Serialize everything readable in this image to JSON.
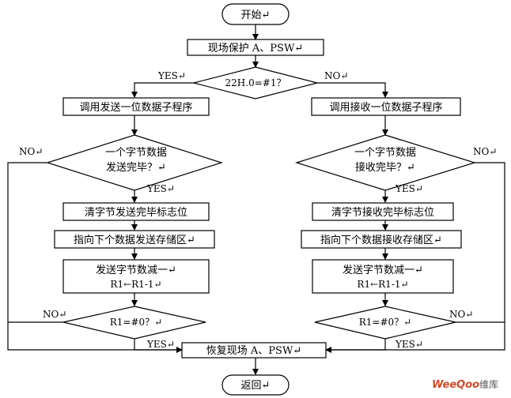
{
  "nodes": {
    "start": "开始↵",
    "save": "现场保护 A、PSW↵",
    "decision_main": "22H.0=#1？",
    "send_call": "调用发送一位数据子程序",
    "recv_call": "调用接收一位数据子程序",
    "send_check_l1": "一个字节数据",
    "send_check_l2": "发送完毕？↵",
    "recv_check_l1": "一个字节数据",
    "recv_check_l2": "接收完毕？↵",
    "send_clear": "清字节发送完毕标志位",
    "recv_clear": "清字节接收完毕标志位",
    "send_point": "指向下个数据发送存储区↵",
    "recv_point": "指向下个数据接收存储区↵",
    "send_dec_l1": "发送字节数减一↵",
    "send_dec_l2": "R1←R1-1↵",
    "recv_dec_l1": "发送字节数减一↵",
    "recv_dec_l2": "R1←R1-1↵",
    "send_r1": "R1=#0？↵",
    "recv_r1": "R1=#0？↵",
    "restore": "恢复现场 A、PSW↵",
    "ret": "返回↵"
  },
  "labels": {
    "main_yes": "YES↵",
    "main_no": "NO↵",
    "send_check_no": "NO↵",
    "send_check_yes": "YES↵",
    "recv_check_no": "NO↵",
    "recv_check_yes": "YES↵",
    "send_r1_no": "NO↵",
    "send_r1_yes": "YES↵",
    "recv_r1_no": "NO↵",
    "recv_r1_yes": "YES↵"
  },
  "watermark": {
    "brand": "WeeQoo",
    "suffix": "维库"
  }
}
